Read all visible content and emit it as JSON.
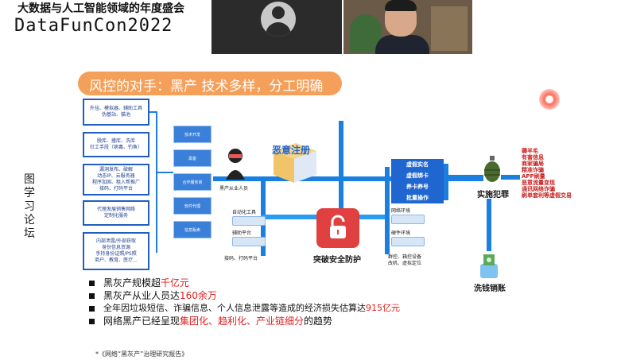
{
  "header": {
    "conference_subtitle": "大数据与人工智能领域的年度盛会",
    "conference_title": "DataFunCon2022"
  },
  "side_label": "图学习论坛",
  "slide": {
    "title": "风控的对手：黑产 技术多样，分工明确",
    "left_boxes": [
      "外挂、模拟器、辅助工具\n伪基站、猫池",
      "脱库、撞库、洗库\n社工手段（病毒、钓鱼）",
      "漏洞发布、破解\n动态IP、云服务器\n程序加固、租入帮推广\n接码、打码平台",
      "代理发展销售网络\n定制化服务",
      "内部泄露/外部获取\n身份信息资源\n手持身份证照/PS照\n商户、教育、医疗..."
    ],
    "mid_boxes": [
      "技术开发",
      "黑客",
      "合作服务商",
      "软件代理",
      "信息贩卖"
    ],
    "hacker_label": "黑产从业人员",
    "cube_label": "恶意注册",
    "tools_labels": [
      "自动化工具",
      "辅助平台",
      "接码、打码平台"
    ],
    "lock_label": "突破安全防护",
    "env_labels": [
      "网络环境",
      "硬件环境",
      "群控、箱控设备\n改机、虚拟定位"
    ],
    "blue_buttons": [
      "虚假实名",
      "虚假绑卡",
      "养卡养号",
      "批量操作"
    ],
    "crime_label": "实施犯罪",
    "launder_label": "洗钱销账",
    "right_list": [
      "薅羊毛",
      "有害信息",
      "商家骗局",
      "精准诈骗",
      "APP刷量",
      "恶意流量变现",
      "通讯网络诈骗",
      "刷单套利等虚假交易"
    ]
  },
  "bullets": [
    {
      "prefix": "黑灰产规模超",
      "highlight": "千亿元",
      "suffix": ""
    },
    {
      "prefix": "黑灰产从业人员达",
      "highlight": "160余万",
      "suffix": ""
    },
    {
      "prefix": "全年因垃圾短信、诈骗信息、个人信息泄露等造成的经济损失估算达",
      "highlight": "915亿元",
      "suffix": ""
    },
    {
      "prefix": "网络黑产已经呈现",
      "highlight": "集团化、趋利化、产业链细分",
      "suffix": "的趋势"
    }
  ],
  "footnote": "*《网络“黑灰产”治理研究报告》",
  "colors": {
    "accent_orange": "#f5a05a",
    "pipe_blue": "#1b7fe0",
    "highlight_red": "#e02020"
  }
}
